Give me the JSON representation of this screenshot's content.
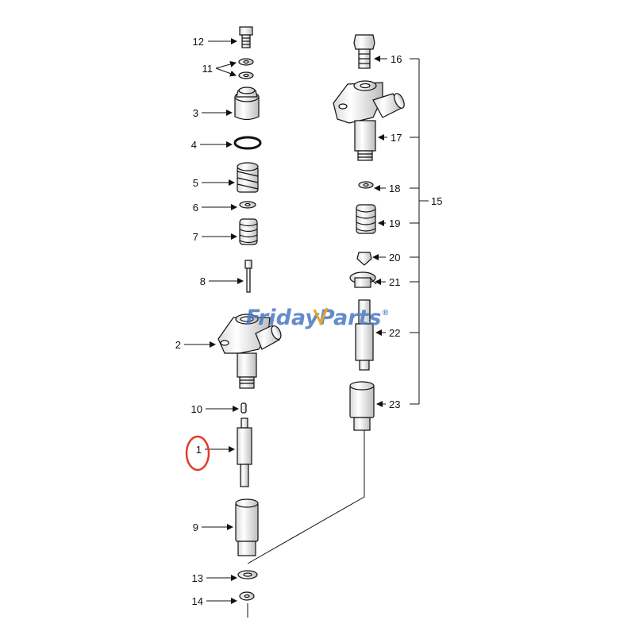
{
  "diagram": {
    "watermark": {
      "part1": "Friday",
      "part2": "Parts",
      "mark": "®",
      "color_main": "#4a79c4",
      "color_accent": "#e9a61c"
    },
    "callouts": [
      "12",
      "11",
      "3",
      "4",
      "5",
      "6",
      "7",
      "8",
      "2",
      "10",
      "1",
      "9",
      "13",
      "14",
      "16",
      "17",
      "18",
      "19",
      "20",
      "21",
      "22",
      "23",
      "15"
    ],
    "highlighted_callout": "1",
    "highlight_color": "#e23a2e",
    "line_color": "#111111"
  }
}
